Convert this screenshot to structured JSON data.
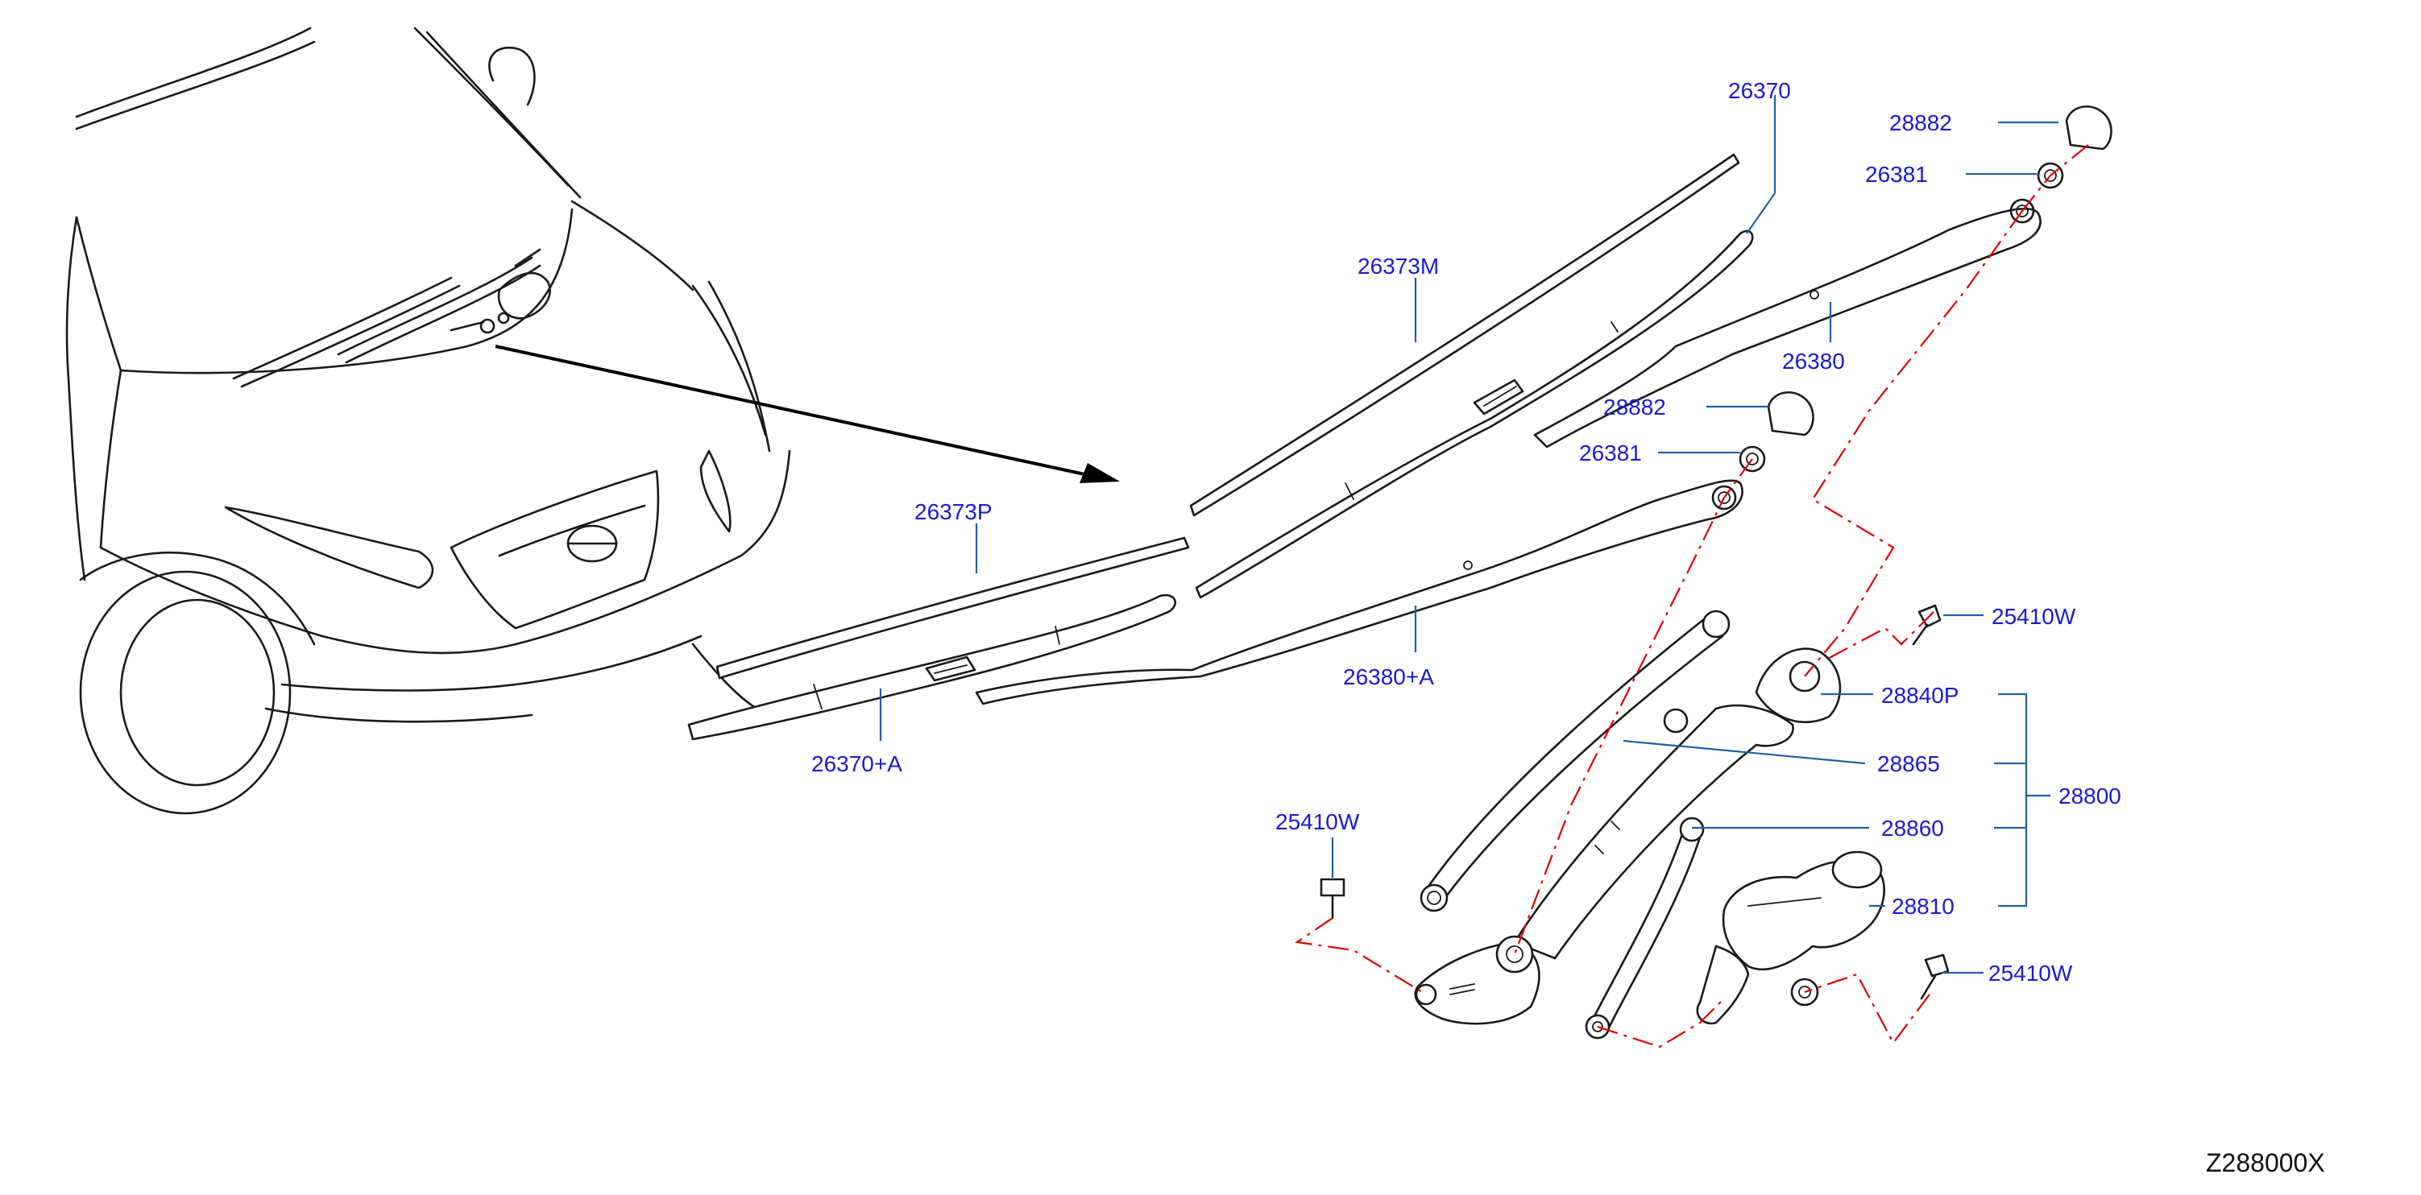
{
  "diagram_code": "Z288000X",
  "labels": {
    "l26370": "26370",
    "l28882_top": "28882",
    "l26381_top": "26381",
    "l26373M": "26373M",
    "l26380": "26380",
    "l28882_mid": "28882",
    "l26381_mid": "26381",
    "l26373P": "26373P",
    "l26380A": "26380+A",
    "l26370A": "26370+A",
    "l25410W_top": "25410W",
    "l28840P": "28840P",
    "l28865": "28865",
    "l28800": "28800",
    "l28860": "28860",
    "l25410W_left": "25410W",
    "l28810": "28810",
    "l25410W_bottom": "25410W"
  }
}
